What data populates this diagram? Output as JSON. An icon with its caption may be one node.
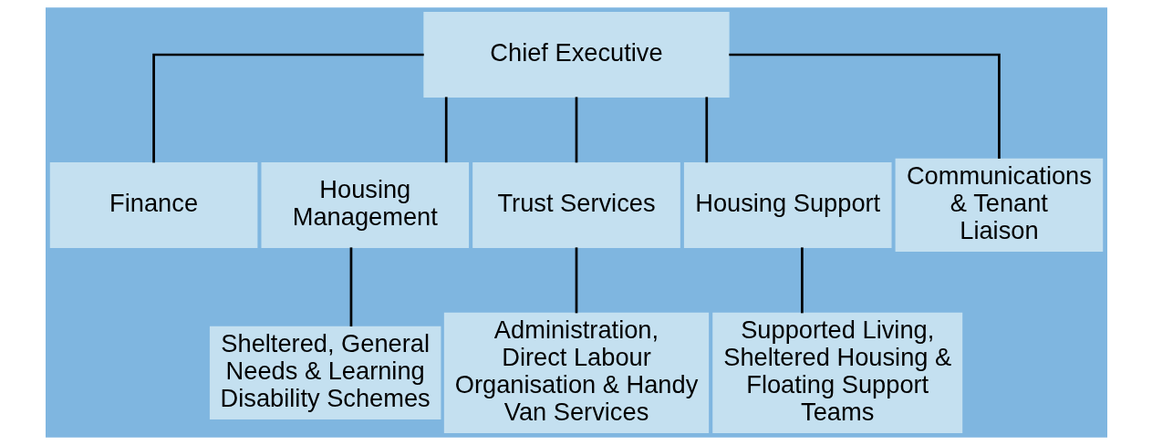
{
  "diagram": {
    "nodes": [
      {
        "text": [
          "Chief Executive"
        ]
      },
      {
        "text": [
          "Finance"
        ]
      },
      {
        "text": [
          "Housing Management"
        ]
      },
      {
        "text": [
          "Trust Services"
        ]
      },
      {
        "text": [
          "Housing Support"
        ]
      },
      {
        "text": [
          "Communications & Tenant Liaison"
        ]
      },
      {
        "text": [
          "Sheltered, General Needs & Learning Disability Schemes"
        ]
      },
      {
        "text": [
          "Administration, Direct Labour Organisation & Handy Van Services"
        ]
      },
      {
        "text": [
          "Supported Living, Sheltered Housing & Floating Support Teams"
        ]
      }
    ],
    "edges": [
      {
        "from": 0,
        "to": 1,
        "arrow": "none"
      },
      {
        "from": 0,
        "to": 2,
        "arrow": "none"
      },
      {
        "from": 0,
        "to": 3,
        "arrow": "none"
      },
      {
        "from": 0,
        "to": 4,
        "arrow": "none"
      },
      {
        "from": 0,
        "to": 5,
        "arrow": "none"
      },
      {
        "from": 2,
        "to": 6,
        "arrow": "none"
      },
      {
        "from": 3,
        "to": 7,
        "arrow": "none"
      },
      {
        "from": 4,
        "to": 8,
        "arrow": "none"
      }
    ]
  }
}
